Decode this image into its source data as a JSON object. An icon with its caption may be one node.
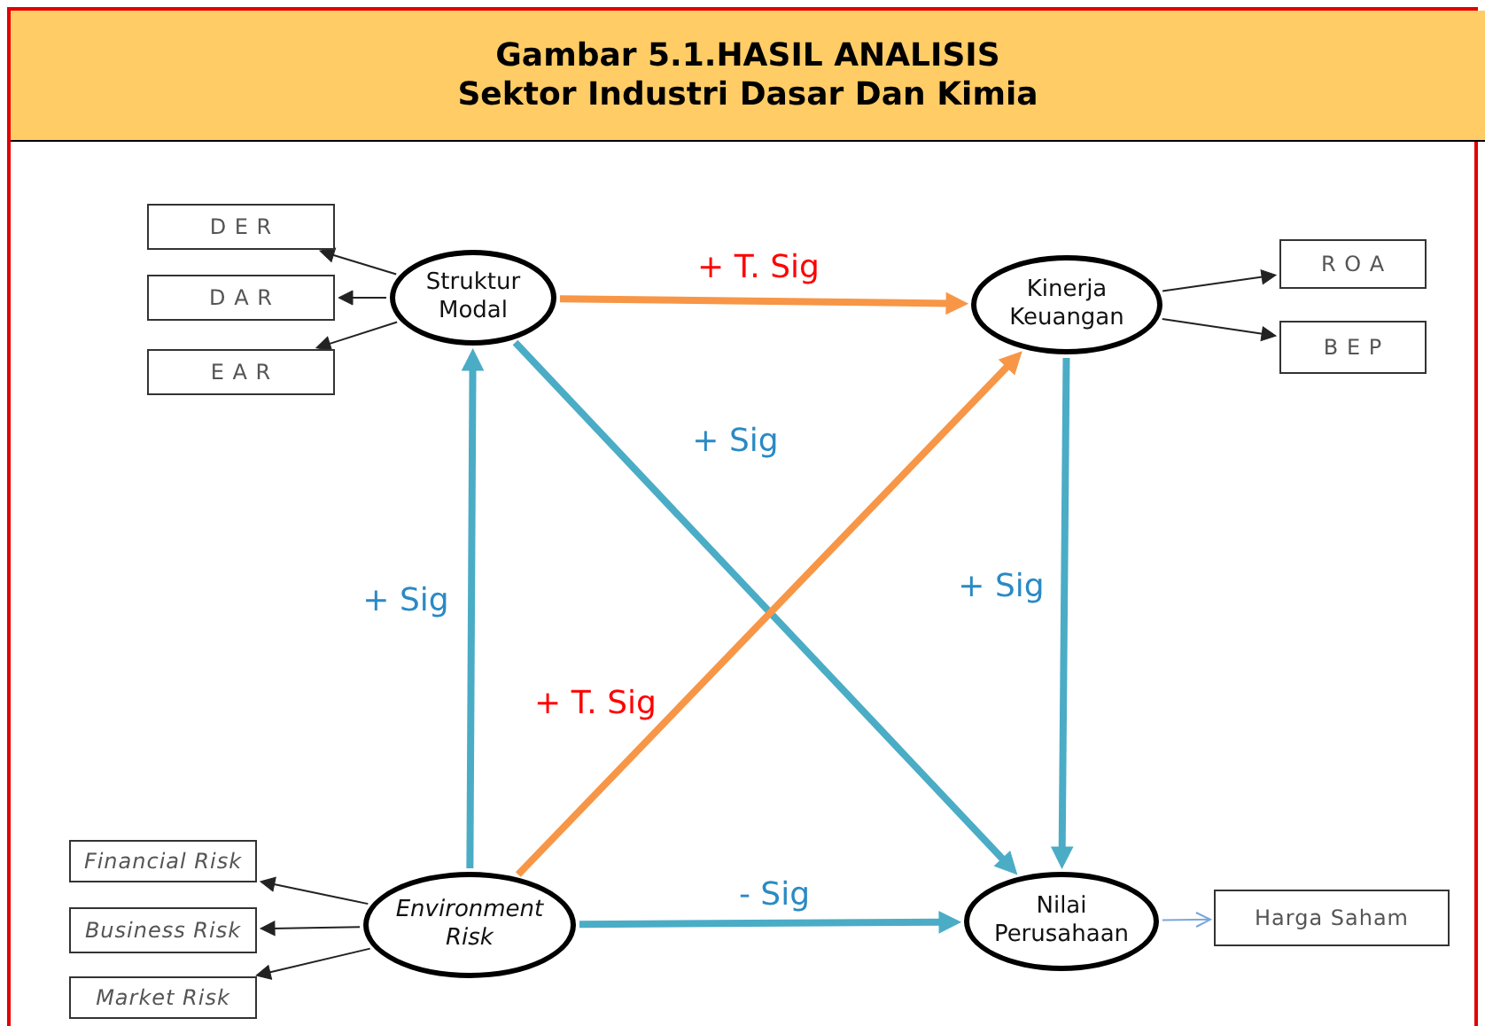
{
  "diagram": {
    "title": "Gambar 5.1.HASIL ANALISIS Sektor Industri Dasar Dan Kimia",
    "nodes": [
      {
        "text": [
          "D E R"
        ]
      },
      {
        "text": [
          "D A R"
        ]
      },
      {
        "text": [
          "E A R"
        ]
      },
      {
        "text": [
          "Struktur Modal"
        ]
      },
      {
        "text": [
          "Kinerja Keuangan"
        ]
      },
      {
        "text": [
          "R O A"
        ]
      },
      {
        "text": [
          "B E P"
        ]
      },
      {
        "text": [
          "Financial Risk"
        ]
      },
      {
        "text": [
          "Business Risk"
        ]
      },
      {
        "text": [
          "Market Risk"
        ]
      },
      {
        "text": [
          "Environment Risk"
        ]
      },
      {
        "text": [
          "Nilai Perusahaan"
        ]
      },
      {
        "text": [
          "Harga Saham"
        ]
      }
    ],
    "edges": [
      {
        "from": 3,
        "to": 0,
        "arrow": "to"
      },
      {
        "from": 3,
        "to": 1,
        "arrow": "to"
      },
      {
        "from": 3,
        "to": 2,
        "arrow": "to"
      },
      {
        "from": 4,
        "to": 5,
        "arrow": "to"
      },
      {
        "from": 4,
        "to": 6,
        "arrow": "to"
      },
      {
        "from": 10,
        "to": 7,
        "arrow": "to"
      },
      {
        "from": 10,
        "to": 8,
        "arrow": "to"
      },
      {
        "from": 10,
        "to": 9,
        "arrow": "to"
      },
      {
        "from": 3,
        "to": 4,
        "arrow": "to",
        "label": "+ T. Sig",
        "style": "thick",
        "color": "#f79646"
      },
      {
        "from": 3,
        "to": 11,
        "arrow": "to",
        "label": "+ Sig",
        "style": "thick",
        "color": "#4bacc6"
      },
      {
        "from": 10,
        "to": 3,
        "arrow": "to",
        "label": "+ Sig",
        "style": "thick",
        "color": "#4bacc6"
      },
      {
        "from": 10,
        "to": 4,
        "arrow": "to",
        "label": "+ T. Sig",
        "style": "thick",
        "color": "#f79646"
      },
      {
        "from": 4,
        "to": 11,
        "arrow": "to",
        "label": "+ Sig",
        "style": "thick",
        "color": "#4bacc6"
      },
      {
        "from": 10,
        "to": 11,
        "arrow": "to",
        "label": "- Sig",
        "style": "thick",
        "color": "#4bacc6"
      },
      {
        "from": 11,
        "to": 12,
        "arrow": "to",
        "color": "#7aa7d9"
      }
    ]
  }
}
